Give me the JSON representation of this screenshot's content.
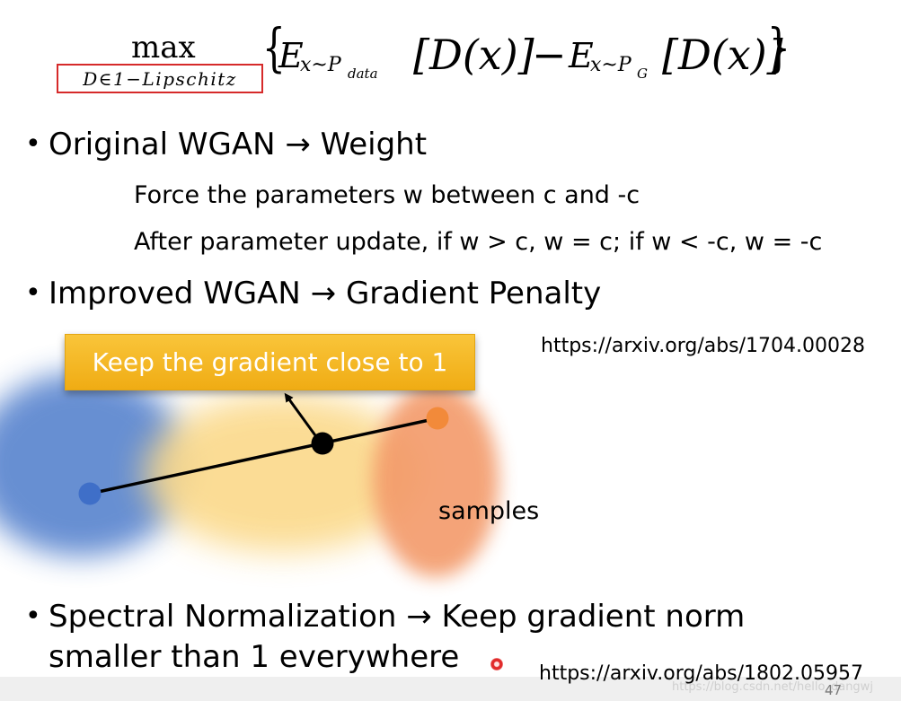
{
  "formula": {
    "max": "max",
    "constraint": "D∈1−Lipschitz",
    "brace_open": "{",
    "e1": "E",
    "e1_sub": "x~P",
    "e1_subsub": "data",
    "term1": "[D(x)]",
    "minus": "−",
    "e2": "E",
    "e2_sub": "x~P",
    "e2_subsub": "G",
    "term2": "[D(x)]",
    "brace_close": "}"
  },
  "bullets": [
    {
      "dot": "•",
      "text": "Original WGAN → Weight"
    },
    {
      "dot": "•",
      "text": "Improved WGAN → Gradient Penalty"
    },
    {
      "dot": "•",
      "line1": "Spectral Normalization → Keep gradient norm",
      "line2": "smaller than 1 everywhere"
    }
  ],
  "sub_points": [
    "Force the parameters w between c and -c",
    "After parameter update, if w > c, w = c; if w < -c, w = -c"
  ],
  "links": {
    "gp": "https://arxiv.org/abs/1704.00028",
    "sn": "https://arxiv.org/abs/1802.05957"
  },
  "diagram": {
    "banner": "Keep the gradient close to 1",
    "samples_label": "samples",
    "colors": {
      "real_dist": "#5b86cf",
      "interp_region": "#fbd98a",
      "gen_dist": "#f39a6a",
      "real_point": "#3f6fc8",
      "gen_point": "#f28a3a",
      "banner": "#f5b82a"
    }
  },
  "footer": {
    "watermark": "https://blog.csdn.net/hello_dangwj",
    "page_number": "47"
  }
}
